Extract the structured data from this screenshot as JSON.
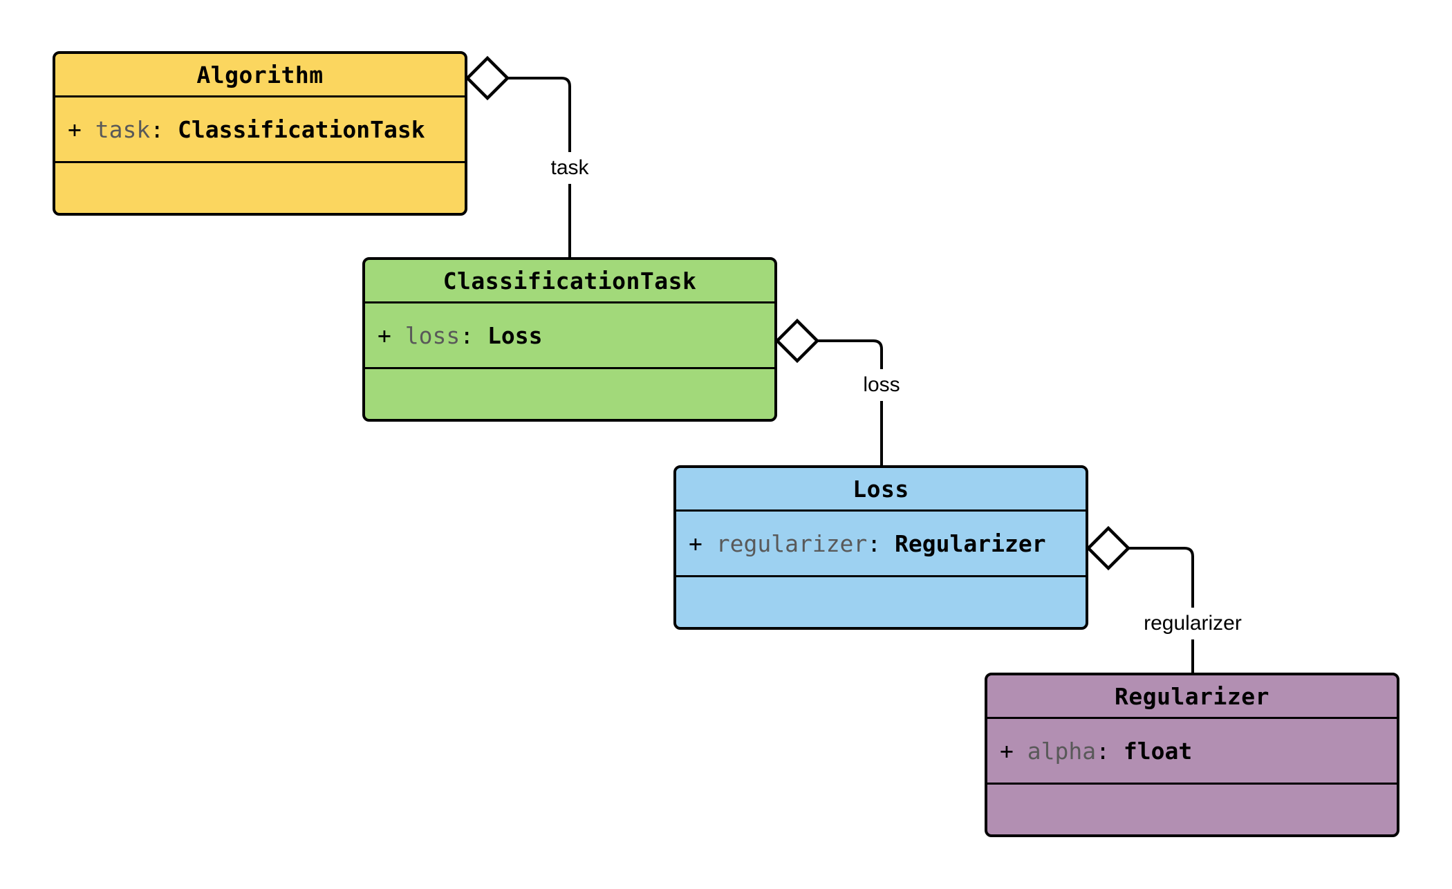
{
  "diagram": {
    "type": "uml-class-diagram",
    "classes": [
      {
        "name": "Algorithm",
        "fill": "#FBD65F",
        "attribute": {
          "prefix": "+ ",
          "name": "task",
          "colon": ": ",
          "type": "ClassificationTask"
        }
      },
      {
        "name": "ClassificationTask",
        "fill": "#A2D97A",
        "attribute": {
          "prefix": "+ ",
          "name": "loss",
          "colon": ": ",
          "type": "Loss"
        }
      },
      {
        "name": "Loss",
        "fill": "#9DD1F1",
        "attribute": {
          "prefix": "+ ",
          "name": "regularizer",
          "colon": ": ",
          "type": "Regularizer"
        }
      },
      {
        "name": "Regularizer",
        "fill": "#B28FB2",
        "attribute": {
          "prefix": "+ ",
          "name": "alpha",
          "colon": ": ",
          "type": "float"
        }
      }
    ],
    "connectors": [
      {
        "label": "task",
        "from": "Algorithm",
        "to": "ClassificationTask",
        "kind": "aggregation"
      },
      {
        "label": "loss",
        "from": "ClassificationTask",
        "to": "Loss",
        "kind": "aggregation"
      },
      {
        "label": "regularizer",
        "from": "Loss",
        "to": "Regularizer",
        "kind": "aggregation"
      }
    ],
    "colors": {
      "line": "#000000",
      "diamond_fill": "#ffffff",
      "attribute_name_text": "#595959",
      "text": "#000000",
      "background": "#ffffff"
    }
  }
}
